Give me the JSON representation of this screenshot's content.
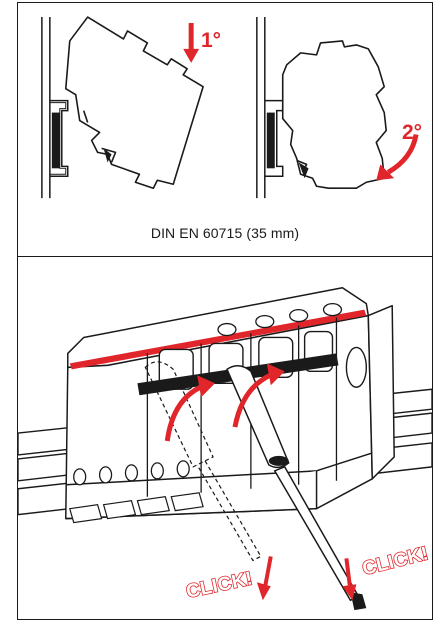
{
  "panels": {
    "top": {
      "step_one": "1°",
      "step_two": "2°",
      "caption": "DIN EN 60715 (35 mm)"
    },
    "bottom": {
      "click_left": "CLICK!",
      "click_right": "CLICK!"
    }
  },
  "colors": {
    "accent_red": "#e0262b",
    "line": "#1a1a1a",
    "background": "#ffffff"
  },
  "icons": {
    "install_arrow": "down-arrow",
    "rotate_arrow": "curved-arrow",
    "tool": "screwdriver"
  }
}
